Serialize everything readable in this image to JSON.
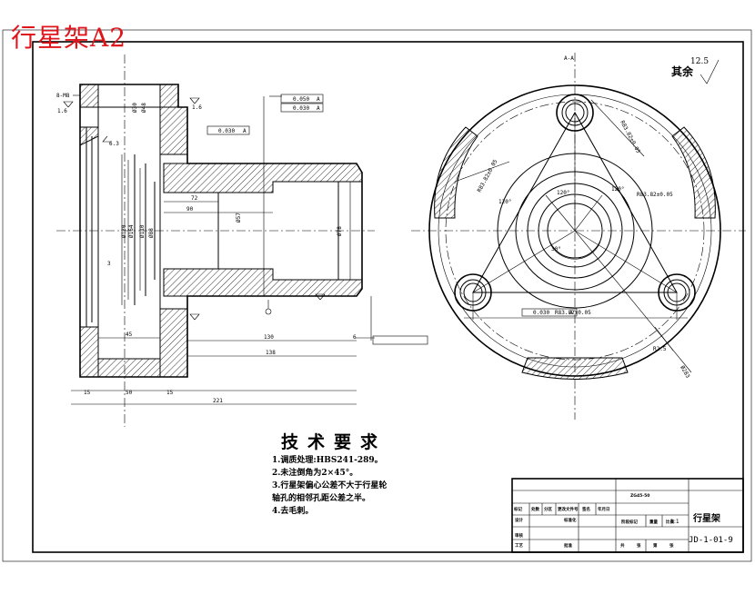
{
  "sheet_title": "行星架A2",
  "roughness": {
    "label": "其余",
    "value": "12.5"
  },
  "technical_requirements": {
    "title": "技术要求",
    "items": [
      "1.调质处理:HBS241-289。",
      "2.未注倒角为2×45°。",
      "3.行星架偏心公差不大于行星轮",
      "   轴孔的相邻孔距公差之半。",
      "4.去毛刺。"
    ]
  },
  "title_block": {
    "part_name": "行星架",
    "drawing_code": "JD-1-01-9",
    "material": "ZG45-50",
    "scale": "1:1",
    "row_labels": [
      "标记",
      "处数",
      "分区",
      "更改文件号",
      "签名",
      "年月日",
      "设计",
      "标准化",
      "审核",
      "工艺",
      "批准"
    ],
    "col_labels": [
      "阶段标记",
      "重量",
      "比例"
    ],
    "footer": [
      "共",
      "张",
      "第",
      "张"
    ]
  },
  "dimensions": {
    "left": [
      "8-M8",
      "1.6",
      "Ø30",
      "Ø48",
      "0.030",
      "A",
      "0.050",
      "A",
      "0.030",
      "A",
      "72",
      "90",
      "Ø130",
      "Ø164",
      "Ø110",
      "Ø88",
      "Ø57",
      "Ø78",
      "3",
      "45",
      "130",
      "6",
      "138",
      "221",
      "15",
      "50",
      "15",
      "6.3",
      "1.6"
    ],
    "right": [
      "A-A",
      "R83.82±0.05",
      "R83.82±0.05",
      "R83.82±0.05",
      "120°",
      "120°",
      "120°",
      "30°",
      "R83.82±0.05",
      "0.030",
      "A",
      "R2.5",
      "Ø283"
    ]
  }
}
